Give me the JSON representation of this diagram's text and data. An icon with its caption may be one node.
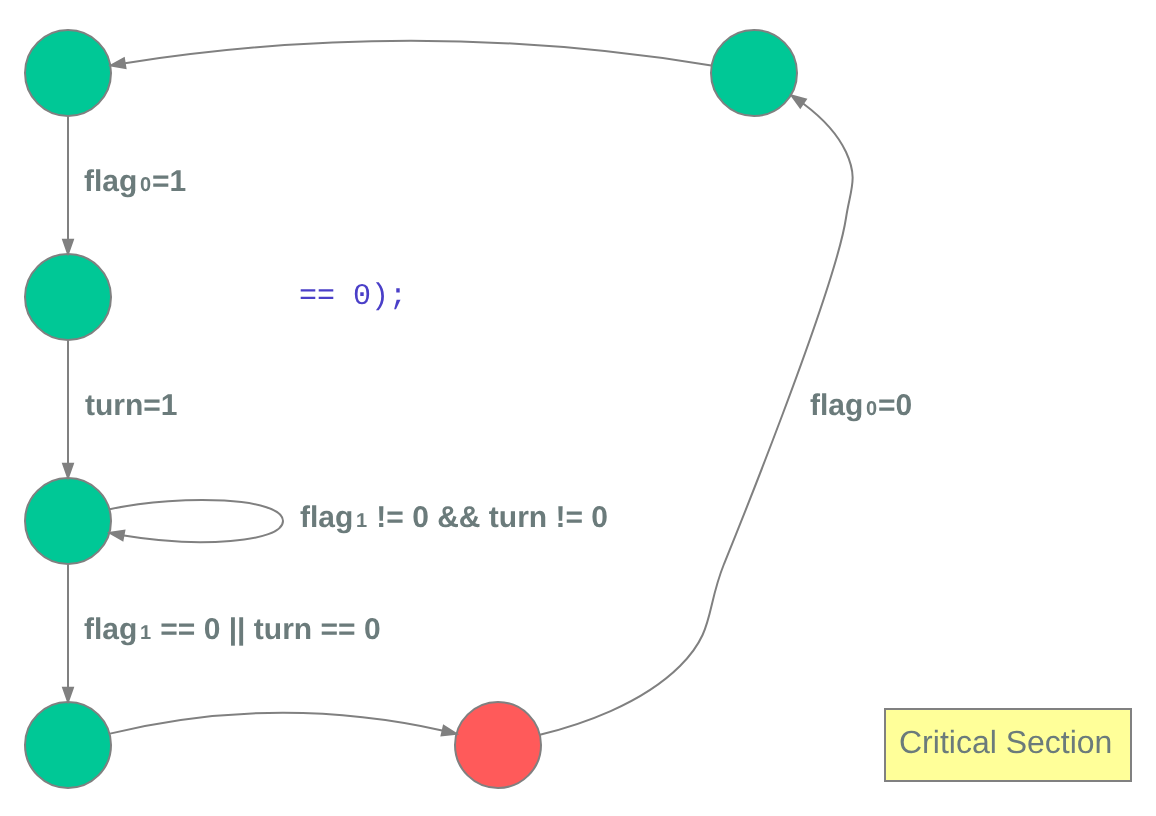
{
  "diagram": {
    "nodes": [
      {
        "text": [],
        "shape": "circle"
      },
      {
        "text": [],
        "shape": "circle"
      },
      {
        "text": [],
        "shape": "circle"
      },
      {
        "text": [],
        "shape": "circle"
      },
      {
        "text": [],
        "shape": "circle"
      },
      {
        "text": [],
        "shape": "circle"
      },
      {
        "text": [
          "Critical Section"
        ]
      }
    ],
    "edges": [
      {
        "from": 1,
        "to": 0,
        "arrow": "to"
      },
      {
        "from": 0,
        "to": 2,
        "arrow": "to",
        "label": "flag$_{0}$=1"
      },
      {
        "from": 2,
        "to": 3,
        "arrow": "to",
        "label": "turn=1"
      },
      {
        "from": 3,
        "to": 3,
        "arrow": "to",
        "label": "flag$_{1}$ != 0 && turn != 0"
      },
      {
        "from": 3,
        "to": 4,
        "arrow": "to",
        "label": "flag$_{1}$ == 0 || turn == 0"
      },
      {
        "from": 4,
        "to": 5,
        "arrow": "to"
      },
      {
        "from": 5,
        "to": 1,
        "arrow": "to",
        "label": "flag$_{0}$=0"
      }
    ],
    "labels": [
      "== 0);"
    ]
  }
}
